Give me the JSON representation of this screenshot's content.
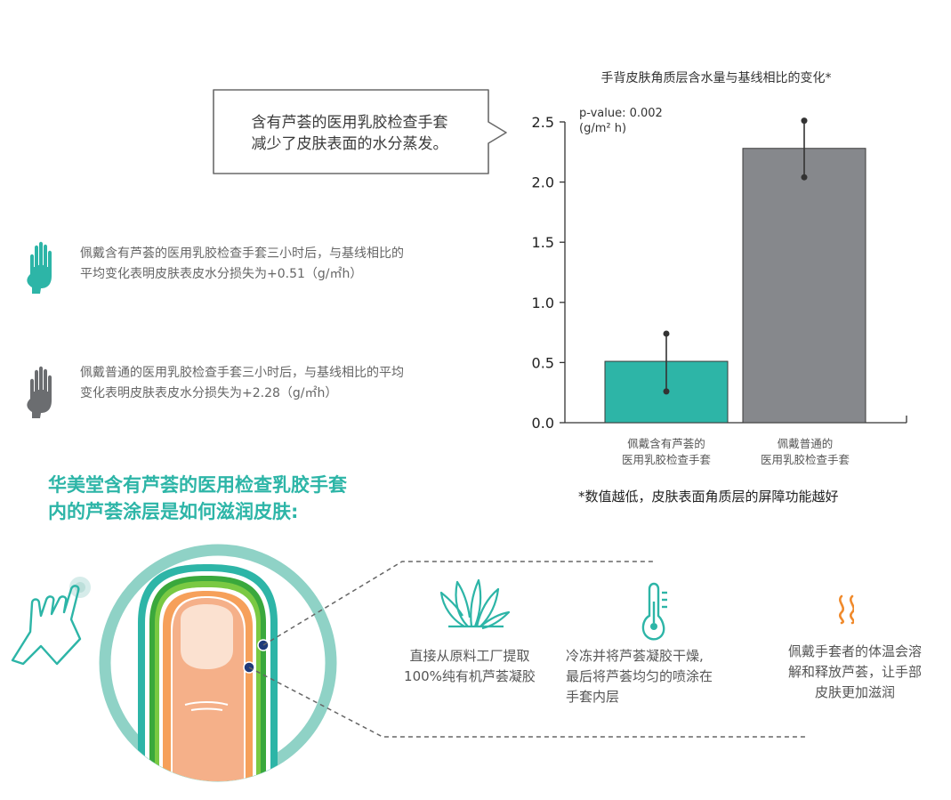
{
  "callout": {
    "lines": [
      "含有芦荟的医用乳胶检查手套",
      "减少了皮肤表面的水分蒸发。"
    ]
  },
  "legend": [
    {
      "icon": "hand-icon",
      "color": "#2db5a7",
      "lines": [
        "佩戴含有芦荟的医用乳胶检查手套三小时后，与基线相比的",
        "平均变化表明皮肤表皮水分损失为+0.51（g/㎡h）"
      ]
    },
    {
      "icon": "hand-icon",
      "color": "#6b6d70",
      "lines": [
        "佩戴普通的医用乳胶检查手套三小时后，与基线相比的平均",
        "变化表明皮肤表皮水分损失为+2.28（g/㎡h）"
      ]
    }
  ],
  "chart_data": {
    "type": "bar",
    "title": "手背皮肤角质层含水量与基线相比的变化*",
    "annotation": "p-value: 0.002",
    "unit_label": "(g/m² h)",
    "categories": [
      [
        "佩戴含有芦荟的",
        "医用乳胶检查手套"
      ],
      [
        "佩戴普通的",
        "医用乳胶检查手套"
      ]
    ],
    "values": [
      0.51,
      2.28
    ],
    "error_bars": [
      [
        0.26,
        0.74
      ],
      [
        2.04,
        2.51
      ]
    ],
    "colors": [
      "#2db5a7",
      "#86888c"
    ],
    "ylim": [
      0,
      2.5
    ],
    "yticks": [
      "0.0",
      "0.5",
      "1.0",
      "1.5",
      "2.0",
      "2.5"
    ],
    "footnote": "*数值越低，皮肤表面角质层的屏障功能越好"
  },
  "headline": {
    "lines": [
      "华美堂含有芦荟的医用检查乳胶手套",
      "内的芦荟涂层是如何滋润皮肤:"
    ]
  },
  "features": [
    {
      "icon": "aloe-icon",
      "lines": [
        "直接从原料工厂提取",
        "100%纯有机芦荟凝胶"
      ]
    },
    {
      "icon": "thermometer-icon",
      "lines": [
        "冷冻并将芦荟凝胶干燥,",
        "最后将芦荟均匀的喷涂在",
        "手套内层"
      ]
    },
    {
      "icon": "heat-waves-icon",
      "lines": [
        "佩戴手套者的体温会溶",
        "解和释放芦荟，让手部",
        "皮肤更加滋润"
      ]
    }
  ],
  "colors": {
    "teal": "#2db5a7",
    "gray": "#86888c",
    "green": "#6cc04a",
    "orange": "#f08a2c"
  }
}
